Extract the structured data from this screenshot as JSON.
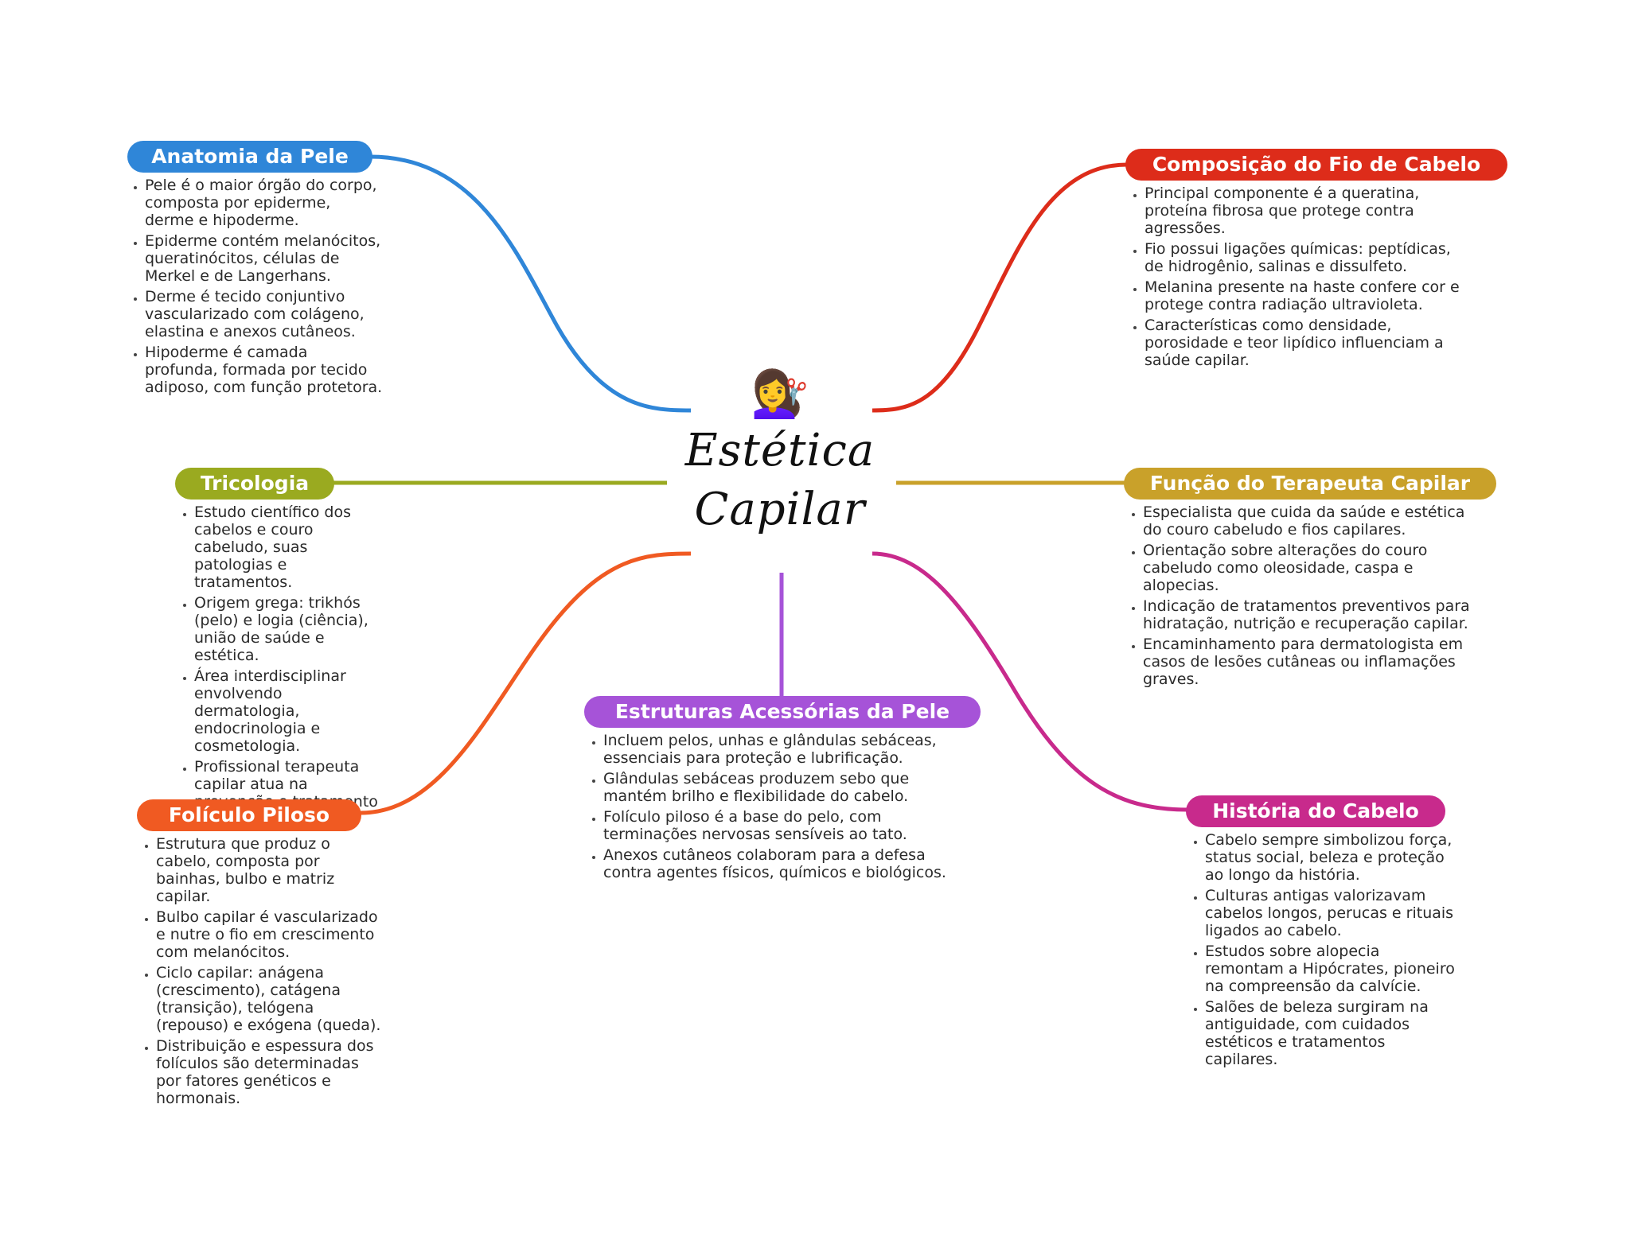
{
  "center": {
    "icon": "person-getting-haircut-icon",
    "title_line1": "Estética",
    "title_line2": "Capilar"
  },
  "branches": {
    "anatomia": {
      "title": "Anatomia da Pele",
      "color": "#2f86d8",
      "items": [
        "Pele é o maior órgão do corpo, composta por epiderme, derme e hipoderme.",
        "Epiderme contém melanócitos, queratinócitos, células de Merkel e de Langerhans.",
        "Derme é tecido conjuntivo vascularizado com colágeno, elastina e anexos cutâneos.",
        "Hipoderme é camada profunda, formada por tecido adiposo, com função protetora."
      ]
    },
    "tricologia": {
      "title": "Tricologia",
      "color": "#9aaa20",
      "items": [
        "Estudo científico dos cabelos e couro cabeludo, suas patologias e tratamentos.",
        "Origem grega: trikhós (pelo) e logia (ciência), união de saúde e estética.",
        "Área interdisciplinar envolvendo dermatologia, endocrinologia e cosmetologia.",
        "Profissional terapeuta capilar atua na prevenção e tratamento não medicamentoso."
      ]
    },
    "foliculo": {
      "title": "Folículo Piloso",
      "color": "#f05a22",
      "items": [
        "Estrutura que produz o cabelo, composta por bainhas, bulbo e matriz capilar.",
        "Bulbo capilar é vascularizado e nutre o fio em crescimento com melanócitos.",
        "Ciclo capilar: anágena (crescimento), catágena (transição), telógena (repouso) e exógena (queda).",
        "Distribuição e espessura dos folículos são determinadas por fatores genéticos e hormonais."
      ]
    },
    "estruturas": {
      "title": "Estruturas Acessórias da Pele",
      "color": "#a653d8",
      "items": [
        "Incluem pelos, unhas e glândulas sebáceas, essenciais para proteção e lubrificação.",
        "Glândulas sebáceas produzem sebo que mantém brilho e flexibilidade do cabelo.",
        "Folículo piloso é a base do pelo, com terminações nervosas sensíveis ao tato.",
        "Anexos cutâneos colaboram para a defesa contra agentes físicos, químicos e biológicos."
      ]
    },
    "composicao": {
      "title": "Composição do Fio de Cabelo",
      "color": "#dd2c1a",
      "items": [
        "Principal componente é a queratina, proteína fibrosa que protege contra agressões.",
        "Fio possui ligações químicas: peptídicas, de hidrogênio, salinas e dissulfeto.",
        "Melanina presente na haste confere cor e protege contra radiação ultravioleta.",
        "Características como densidade, porosidade e teor lipídico influenciam a saúde capilar."
      ]
    },
    "funcao": {
      "title": "Função do Terapeuta Capilar",
      "color": "#c9a12a",
      "items": [
        "Especialista que cuida da saúde e estética do couro cabeludo e fios capilares.",
        "Orientação sobre alterações do couro cabeludo como oleosidade, caspa e alopecias.",
        "Indicação de tratamentos preventivos para hidratação, nutrição e recuperação capilar.",
        "Encaminhamento para dermatologista em casos de lesões cutâneas ou inflamações graves."
      ]
    },
    "historia": {
      "title": "História do Cabelo",
      "color": "#c82a8c",
      "items": [
        "Cabelo sempre simbolizou força, status social, beleza e proteção ao longo da história.",
        "Culturas antigas valorizavam cabelos longos, perucas e rituais ligados ao cabelo.",
        "Estudos sobre alopecia remontam a Hipócrates, pioneiro na compreensão da calvície.",
        "Salões de beleza surgiram na antiguidade, com cuidados estéticos e tratamentos capilares."
      ]
    }
  }
}
